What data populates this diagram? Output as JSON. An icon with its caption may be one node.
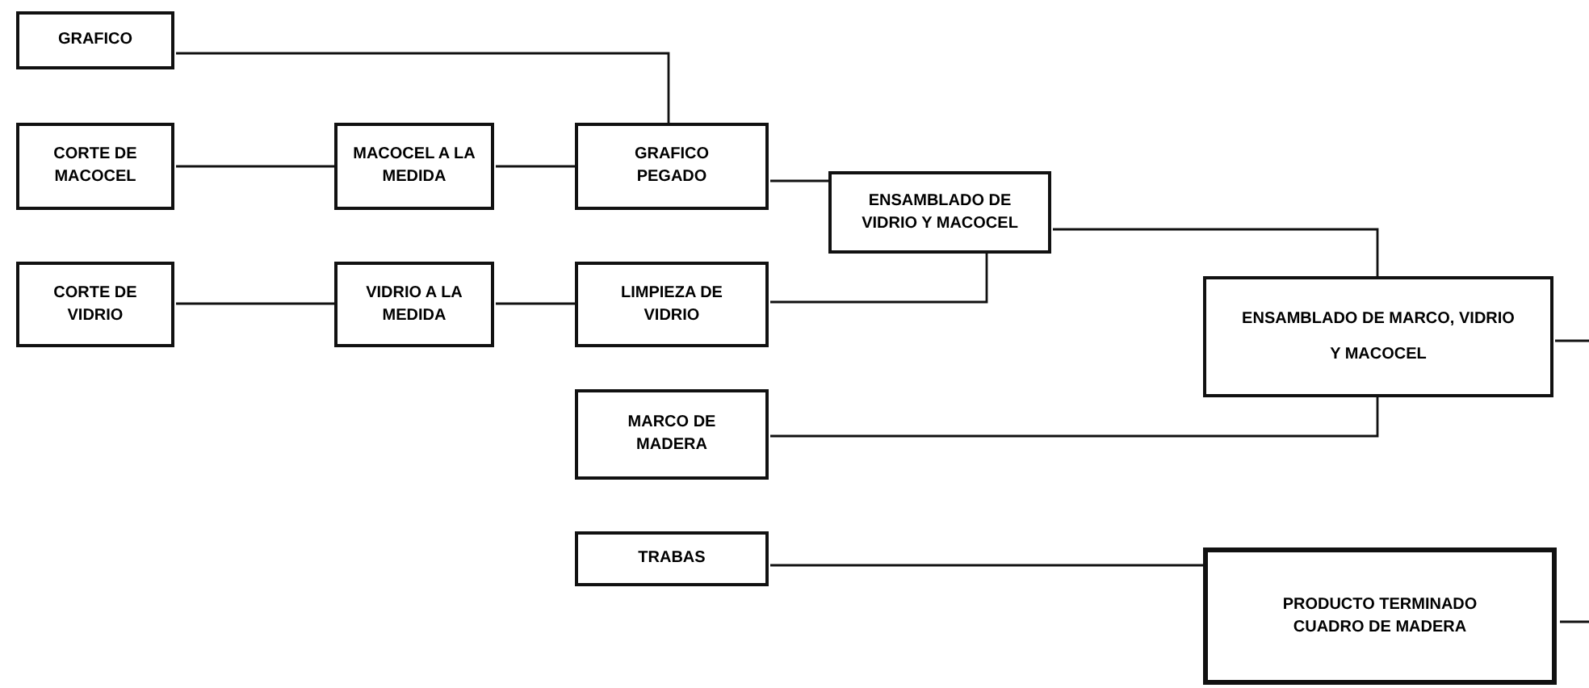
{
  "diagram": {
    "nodes": [
      {
        "text": [
          "GRAFICO"
        ]
      },
      {
        "text": [
          "CORTE DE MACOCEL"
        ]
      },
      {
        "text": [
          "MACOCEL A LA MEDIDA"
        ]
      },
      {
        "text": [
          "GRAFICO PEGADO"
        ]
      },
      {
        "text": [
          "CORTE DE VIDRIO"
        ]
      },
      {
        "text": [
          "VIDRIO A LA MEDIDA"
        ]
      },
      {
        "text": [
          "LIMPIEZA DE VIDRIO"
        ]
      },
      {
        "text": [
          "ENSAMBLADO DE VIDRIO Y MACOCEL"
        ]
      },
      {
        "text": [
          "MARCO DE MADERA"
        ]
      },
      {
        "text": [
          "ENSAMBLADO DE MARCO, VIDRIO Y MACOCEL"
        ]
      },
      {
        "text": [
          "TRABAS"
        ]
      },
      {
        "text": [
          "PRODUCTO TERMINADO CUADRO DE MADERA"
        ]
      }
    ],
    "edges": [
      {
        "from": 0,
        "to": 3,
        "arrow": "none"
      },
      {
        "from": 1,
        "to": 2,
        "arrow": "none"
      },
      {
        "from": 2,
        "to": 3,
        "arrow": "none"
      },
      {
        "from": 3,
        "to": 7,
        "arrow": "none"
      },
      {
        "from": 4,
        "to": 5,
        "arrow": "none"
      },
      {
        "from": 5,
        "to": 6,
        "arrow": "none"
      },
      {
        "from": 6,
        "to": 7,
        "arrow": "none"
      },
      {
        "from": 7,
        "to": 9,
        "arrow": "none"
      },
      {
        "from": 8,
        "to": 9,
        "arrow": "none"
      },
      {
        "from": 10,
        "to": 11,
        "arrow": "none"
      },
      {
        "from": 9,
        "to": null,
        "arrow": "none"
      },
      {
        "from": 11,
        "to": null,
        "arrow": "none"
      }
    ]
  }
}
